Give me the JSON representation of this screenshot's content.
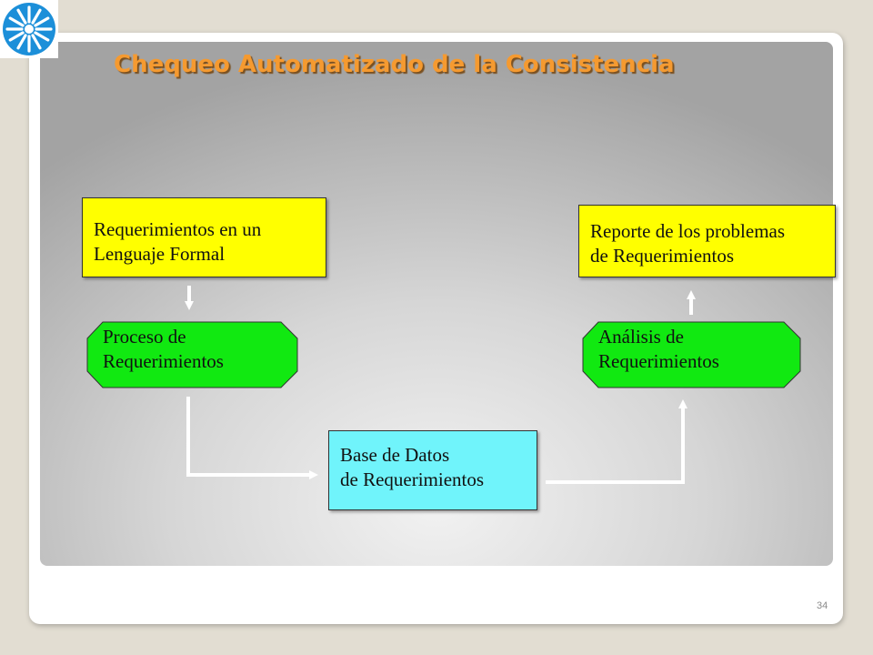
{
  "title": "Chequeo Automatizado de la Consistencia",
  "boxes": {
    "formal": {
      "line1": "Requerimientos en un",
      "line2": "Lenguaje Formal"
    },
    "proceso": {
      "line1": "Proceso de",
      "line2": "Requerimientos"
    },
    "base_datos": {
      "line1": "Base de Datos",
      "line2": "de Requerimientos"
    },
    "analisis": {
      "line1": "Análisis de",
      "line2": "Requerimientos"
    },
    "reporte": {
      "line1": "Reporte de los problemas",
      "line2": "de Requerimientos"
    }
  },
  "page_number": "34",
  "colors": {
    "title": "#f59a30",
    "yellow_box": "#ffff00",
    "green_box": "#11e911",
    "cyan_box": "#70f4fb",
    "logo": "#1c8fd9"
  },
  "icons": {
    "logo": "radial-emblem"
  }
}
